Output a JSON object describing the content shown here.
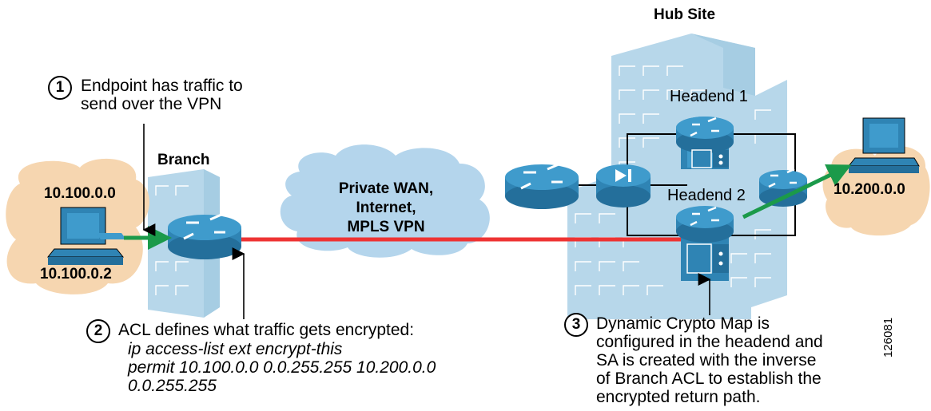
{
  "labels": {
    "hub_site": "Hub Site",
    "branch": "Branch",
    "headend1": "Headend 1",
    "headend2": "Headend 2",
    "cloud_wan": "Private WAN,\nInternet,\nMPLS VPN",
    "branch_net": "10.100.0.0",
    "branch_host": "10.100.0.2",
    "hub_net": "10.200.0.0",
    "figure_id": "126081"
  },
  "steps": [
    {
      "num": "1",
      "text": "Endpoint has traffic to\nsend over the VPN"
    },
    {
      "num": "2",
      "text": "ACL defines what traffic gets encrypted:",
      "code": "ip access-list ext encrypt-this\npermit 10.100.0.0 0.0.255.255 10.200.0.0\n0.0.255.255"
    },
    {
      "num": "3",
      "text": "Dynamic Crypto Map is\nconfigured in the headend and\nSA is created with the inverse\nof Branch ACL to establish the\nencrypted return path."
    }
  ],
  "colors": {
    "building": "#b7d7ea",
    "building_lines": "#ffffff",
    "router": "#2f84b4",
    "router_top": "#3f9bcc",
    "cloud_user": "#f6d6b0",
    "cloud_wan": "#b4d5ec",
    "tunnel": "#ee3333",
    "traffic": "#1b9a4a"
  }
}
